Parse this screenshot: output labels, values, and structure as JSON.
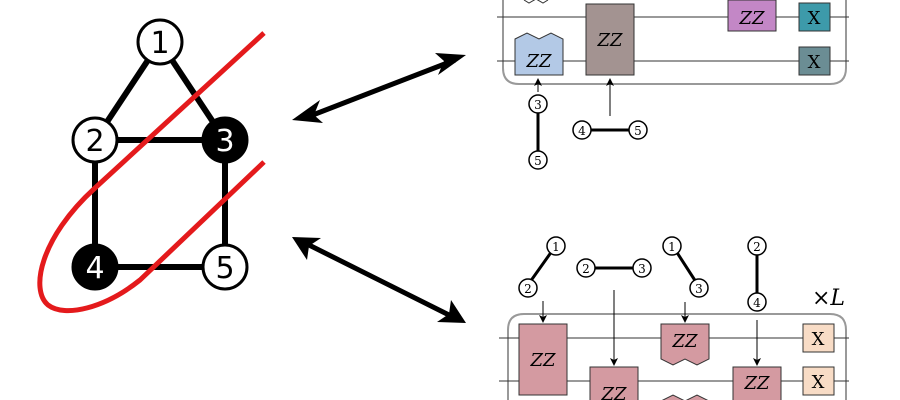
{
  "graph": {
    "nodes": [
      {
        "id": "1",
        "label": "1",
        "filled": false
      },
      {
        "id": "2",
        "label": "2",
        "filled": false
      },
      {
        "id": "3",
        "label": "3",
        "filled": true
      },
      {
        "id": "4",
        "label": "4",
        "filled": true
      },
      {
        "id": "5",
        "label": "5",
        "filled": false
      }
    ],
    "edges": [
      [
        "1",
        "2"
      ],
      [
        "1",
        "3"
      ],
      [
        "2",
        "3"
      ],
      [
        "2",
        "4"
      ],
      [
        "3",
        "5"
      ],
      [
        "4",
        "5"
      ]
    ],
    "cut_curve_color": "#e41a1c"
  },
  "top_circuit": {
    "gates": [
      {
        "label": "ZZ",
        "color": "#b3c9e6",
        "kind": "notched-top"
      },
      {
        "label": "ZZ",
        "color": "#a39391",
        "kind": "tall"
      },
      {
        "label": "ZZ",
        "color": "#c387c6",
        "kind": "single"
      },
      {
        "label": "X",
        "color": "#3d9aaa",
        "kind": "x"
      },
      {
        "label": "X",
        "color": "#6b8d94",
        "kind": "x"
      }
    ],
    "edge_labels": [
      {
        "a": "3",
        "b": "5"
      },
      {
        "a": "4",
        "b": "5"
      }
    ]
  },
  "bottom_circuit": {
    "repeat_label": "×L",
    "gate_color": "#d49aa1",
    "x_color": "#f8dcc6",
    "gates": [
      {
        "label": "ZZ"
      },
      {
        "label": "ZZ"
      },
      {
        "label": "ZZ"
      },
      {
        "label": "ZZ"
      },
      {
        "label": "X"
      },
      {
        "label": "X"
      }
    ],
    "edge_labels": [
      {
        "a": "1",
        "b": "2"
      },
      {
        "a": "2",
        "b": "3"
      },
      {
        "a": "1",
        "b": "3"
      },
      {
        "a": "2",
        "b": "4"
      }
    ]
  }
}
